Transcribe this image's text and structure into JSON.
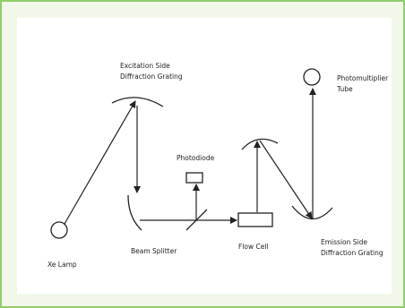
{
  "labels": {
    "excitation_grating_line1": "Excitation Side",
    "excitation_grating_line2": "Diffraction Grating",
    "photomultiplier_line1": "Photomultiplier",
    "photomultiplier_line2": "Tube",
    "photodiode": "Photodiode",
    "xe_lamp": "Xe Lamp",
    "beam_splitter": "Beam Splitter",
    "flow_cell": "Flow Cell",
    "emission_grating_line1": "Emission Side",
    "emission_grating_line2": "Diffraction Grating"
  },
  "colors": {
    "frame_background": "#f1f8ea",
    "frame_border": "#8fcf6b",
    "panel_background": "#ffffff",
    "line": "#222222"
  }
}
